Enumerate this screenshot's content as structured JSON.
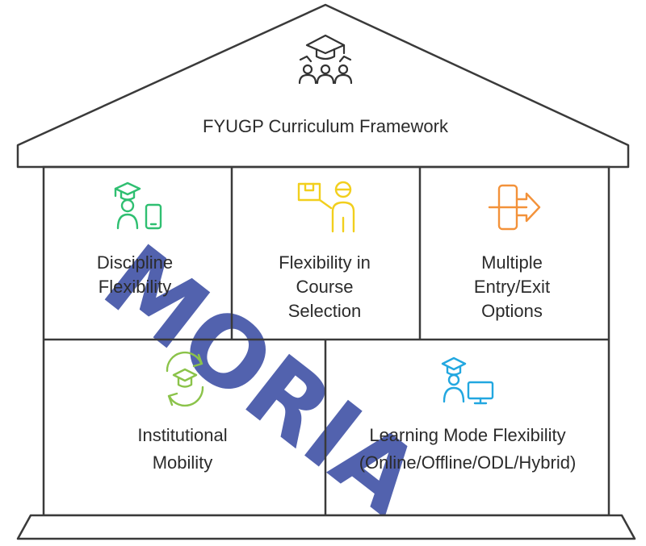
{
  "title": "FYUGP Curriculum Framework",
  "pillars": [
    {
      "lines": [
        "Discipline",
        "Flexibility"
      ],
      "icon": "graduate-phone-icon",
      "color": "#2fbf71"
    },
    {
      "lines": [
        "Flexibility in",
        "Course",
        "Selection"
      ],
      "icon": "person-box-icon",
      "color": "#f2cf1d"
    },
    {
      "lines": [
        "Multiple",
        "Entry/Exit",
        "Options"
      ],
      "icon": "entry-exit-arrow-icon",
      "color": "#f3923a"
    },
    {
      "lines": [
        "Institutional",
        "Mobility"
      ],
      "icon": "graduate-cycle-icon",
      "color": "#8bc34a"
    },
    {
      "lines": [
        "Learning Mode Flexibility",
        "(Online/Offline/ODL/Hybrid)"
      ],
      "icon": "graduate-computer-icon",
      "color": "#22a7e0"
    }
  ],
  "roof_icon": "graduates-group-icon",
  "watermark": "MORIA",
  "colors": {
    "outline": "#3a3a3a",
    "watermark": "#2c3f9c"
  }
}
